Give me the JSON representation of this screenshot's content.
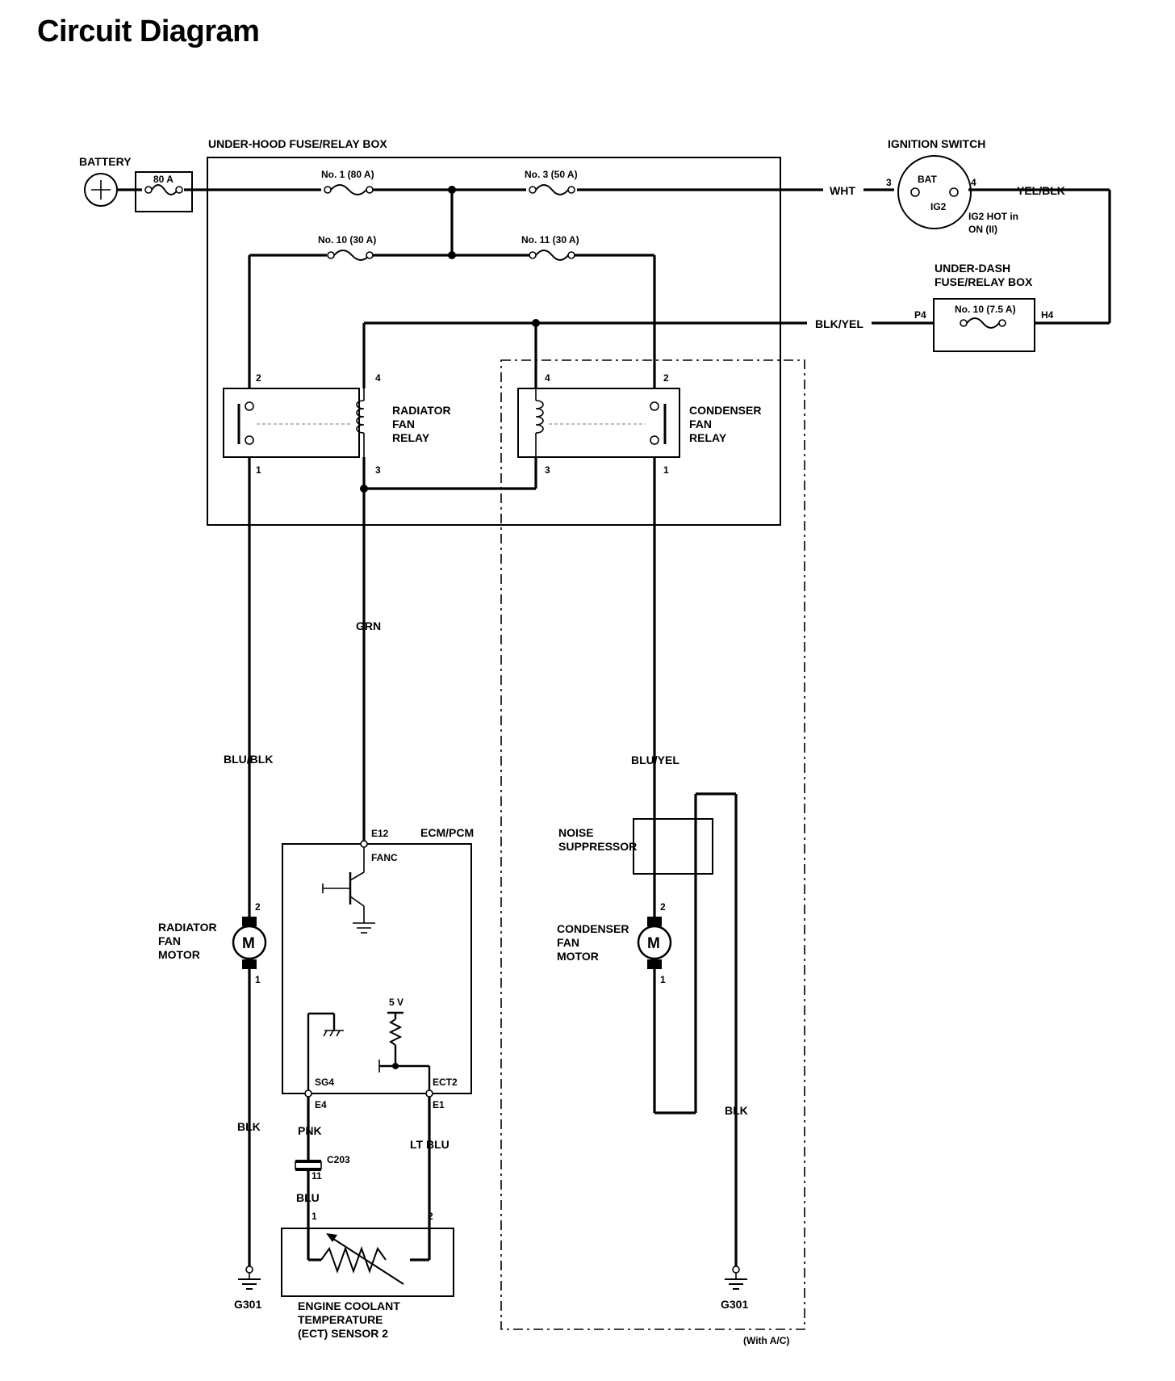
{
  "title": "Circuit Diagram",
  "labels": {
    "battery": "BATTERY",
    "fuse_80a": "80 A",
    "under_hood_box": "UNDER-HOOD FUSE/RELAY BOX",
    "fuse_no1": "No. 1 (80 A)",
    "fuse_no3": "No. 3 (50 A)",
    "fuse_no10": "No. 10 (30 A)",
    "fuse_no11": "No. 11 (30 A)",
    "ignition_switch": "IGNITION SWITCH",
    "bat": "BAT",
    "ig2": "IG2",
    "pin_3": "3",
    "pin_4": "4",
    "wht": "WHT",
    "yel_blk": "YEL/BLK",
    "ig2_hot_1": "IG2 HOT in",
    "ig2_hot_2": "ON (II)",
    "under_dash_1": "UNDER-DASH",
    "under_dash_2": "FUSE/RELAY BOX",
    "fuse_no10_75": "No. 10 (7.5 A)",
    "p4": "P4",
    "h4": "H4",
    "blk_yel": "BLK/YEL",
    "radiator": "RADIATOR",
    "fan": "FAN",
    "relay": "RELAY",
    "condenser": "CONDENSER",
    "rel_pin_1": "1",
    "rel_pin_2": "2",
    "rel_pin_3": "3",
    "rel_pin_4": "4",
    "grn": "GRN",
    "blu_blk": "BLU/BLK",
    "blu_yel": "BLU/YEL",
    "e12": "E12",
    "ecm_pcm": "ECM/PCM",
    "fanc": "FANC",
    "noise_1": "NOISE",
    "noise_2": "SUPPRESSOR",
    "motor": "MOTOR",
    "m": "M",
    "five_v": "5 V",
    "sg4": "SG4",
    "ect2": "ECT2",
    "e4": "E4",
    "e1": "E1",
    "pnk": "PNK",
    "c203": "C203",
    "eleven": "11",
    "blu": "BLU",
    "lt_blu": "LT BLU",
    "blk": "BLK",
    "g301": "G301",
    "ect_1": "ENGINE COOLANT",
    "ect_2": "TEMPERATURE",
    "ect_3": "(ECT) SENSOR 2",
    "with_ac": "(With A/C)"
  }
}
